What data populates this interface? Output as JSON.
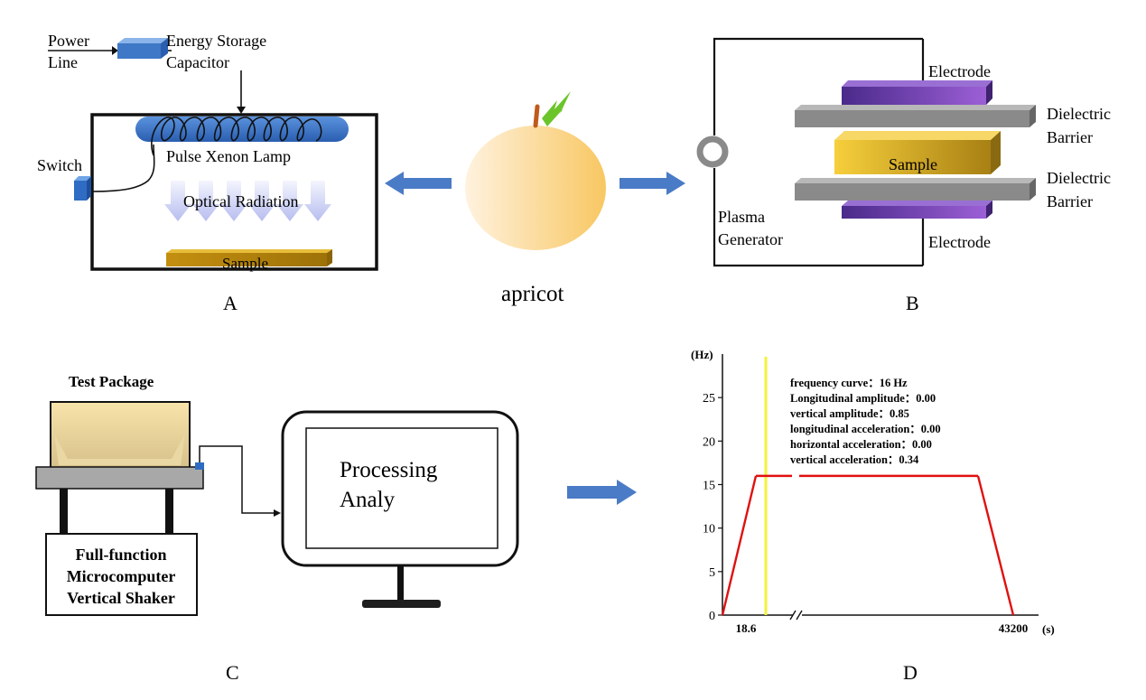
{
  "panels": {
    "a": {
      "label": "A",
      "power_line": [
        "Power",
        "Line"
      ],
      "capacitor": [
        "Energy Storage",
        "Capacitor"
      ],
      "switch": "Switch",
      "lamp": "Pulse Xenon Lamp",
      "radiation": "Optical Radiation",
      "sample": "Sample"
    },
    "center": {
      "fruit": "apricot"
    },
    "b": {
      "label": "B",
      "electrode_top": "Electrode",
      "electrode_bottom": "Electrode",
      "barrier_top": [
        "Dielectric",
        "Barrier"
      ],
      "barrier_bottom": [
        "Dielectric",
        "Barrier"
      ],
      "sample": "Sample",
      "generator": [
        "Plasma",
        "Generator"
      ]
    },
    "c": {
      "label": "C",
      "package": "Test Package",
      "shaker": [
        "Full-function",
        "Microcomputer",
        "Vertical Shaker"
      ],
      "monitor_text": [
        "Processing",
        "Analy"
      ]
    },
    "d": {
      "label": "D",
      "info": [
        "frequency curve：16 Hz",
        "Longitudinal amplitude：0.00",
        "vertical amplitude：0.85",
        "longitudinal acceleration：0.00",
        "horizontal acceleration：0.00",
        "vertical acceleration：0.34"
      ]
    }
  },
  "colors": {
    "blue": "#3f78c6",
    "purple": "#6a35a0",
    "gray": "#8c8c8c",
    "gold": "#d9a520",
    "curve": "#e01010",
    "marker": "#f5f23a",
    "apricot": "#f6c96a",
    "leaf": "#6bc52a",
    "stem": "#c05a1a"
  },
  "chart_data": {
    "type": "line",
    "ylabel": "(Hz)",
    "xlabel": "(s)",
    "y_ticks": [
      0,
      5,
      10,
      15,
      20,
      25
    ],
    "ylim": [
      0,
      30
    ],
    "x_tick_labels": [
      "18.6",
      "43200"
    ],
    "axis_break": true,
    "series": [
      {
        "points": [
          [
            0,
            0
          ],
          [
            18.6,
            16
          ],
          [
            43200,
            16
          ],
          [
            43800,
            0
          ]
        ]
      }
    ],
    "marker_x": 18.6
  }
}
